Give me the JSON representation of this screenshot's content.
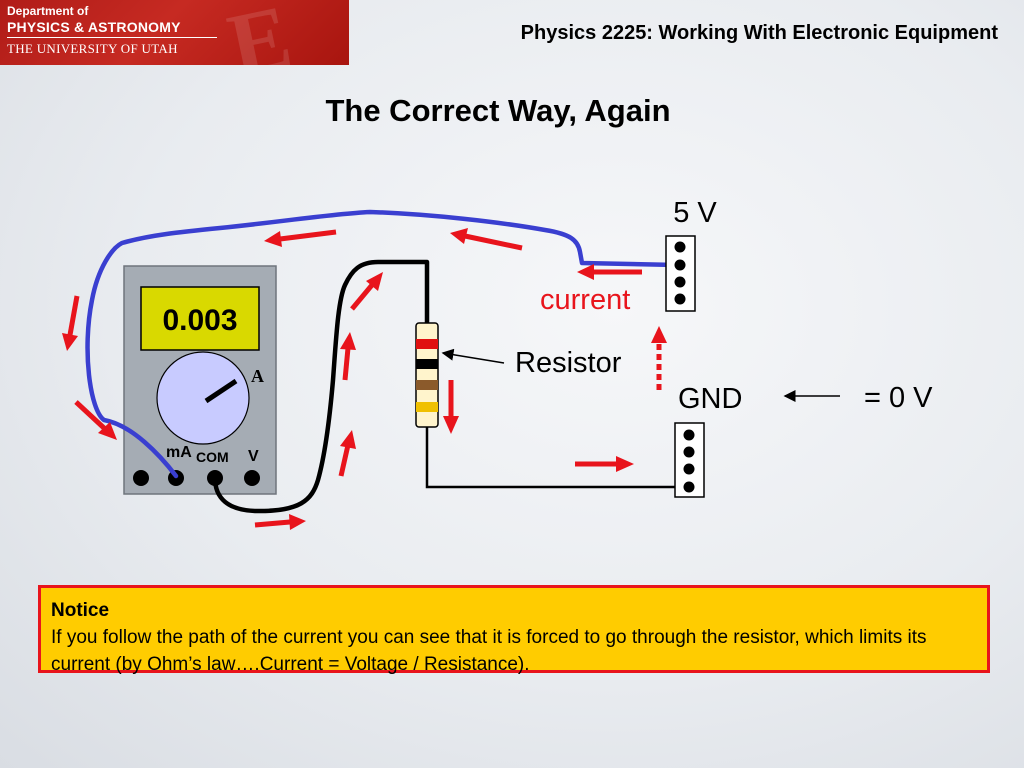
{
  "header": {
    "logo": {
      "line1": "Department of",
      "line2": "PHYSICS & ASTRONOMY",
      "line3": "THE UNIVERSITY OF UTAH"
    },
    "course_title": "Physics 2225: Working With Electronic Equipment"
  },
  "slide": {
    "title": "The Correct Way, Again"
  },
  "diagram": {
    "meter_reading": "0.003",
    "meter_dial_label": "A",
    "jack_ma": "mA",
    "jack_com": "COM",
    "jack_v": "V",
    "supply_label": "5 V",
    "ground_label": "GND",
    "ground_value": "= 0 V",
    "current_label": "current",
    "resistor_label": "Resistor",
    "colors": {
      "wire_positive": "#3a3fd0",
      "wire_negative": "#000000",
      "arrow": "#e8141c",
      "meter_body": "#a5acb4",
      "meter_display": "#d9d900",
      "dial": "#c8cbff"
    }
  },
  "notice": {
    "heading": "Notice",
    "body": "If you follow the path of the current you can see that it is forced to go through the resistor, which limits its current (by Ohm’s law….Current = Voltage / Resistance)."
  }
}
